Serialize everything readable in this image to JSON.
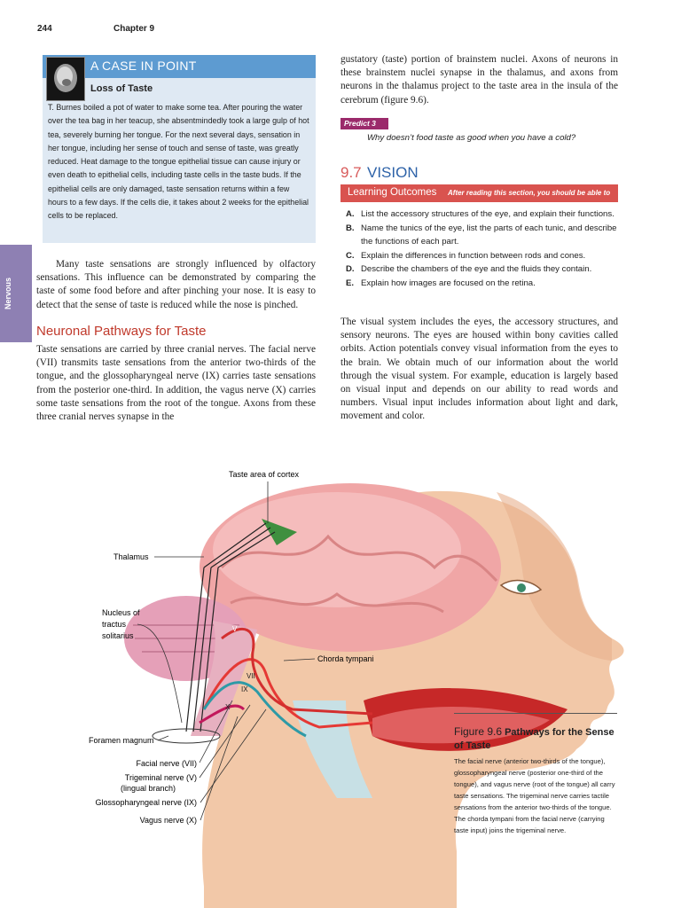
{
  "header": {
    "page_number": "244",
    "chapter": "Chapter 9"
  },
  "case": {
    "title": "A CASE IN POINT",
    "subtitle": "Loss of Taste",
    "body": "T. Burnes boiled a pot of water to make some tea. After pouring the water over the tea bag in her teacup, she absentmindedly took a large gulp of hot tea, severely burning her tongue. For the next several days, sensation in her tongue, including her sense of touch and sense of taste, was greatly reduced. Heat damage to the tongue epithelial tissue can cause injury or even death to epithelial cells, including taste cells in the taste buds. If the epithelial cells are only damaged, taste sensation returns within a few hours to a few days. If the cells die, it takes about 2 weeks for the epithelial cells to be replaced."
  },
  "side_tab": "Nervous",
  "left_col": {
    "para1": "Many taste sensations are strongly influenced by olfactory sensations. This influence can be demonstrated by comparing the taste of some food before and after pinching your nose. It is easy to detect that the sense of taste is reduced while the nose is pinched.",
    "heading": "Neuronal Pathways for Taste",
    "para2": "Taste sensations are carried by three cranial nerves. The facial nerve (VII) transmits taste sensations from the anterior two-thirds of the tongue, and the glossopharyngeal nerve (IX) carries taste sensations from the posterior one-third. In addition, the vagus nerve (X) carries some taste sensations from the root of the tongue. Axons from these three cranial nerves synapse in the"
  },
  "right_col": {
    "para1": "gustatory (taste) portion of brainstem nuclei. Axons of neurons in these brainstem nuclei synapse in the thalamus, and axons from neurons in the thalamus project to the taste area in the insula of the cerebrum (figure 9.6).",
    "predict_label": "Predict 3",
    "predict_question": "Why doesn’t food taste as good when you have a cold?",
    "section_number": "9.7",
    "section_title": "VISION",
    "lo_title": "Learning Outcomes",
    "lo_subtitle": "After reading this section, you should be able to",
    "outcomes": [
      {
        "letter": "A.",
        "text": "List the accessory structures of the eye, and explain their functions."
      },
      {
        "letter": "B.",
        "text": "Name the tunics of the eye, list the parts of each tunic, and describe the functions of each part."
      },
      {
        "letter": "C.",
        "text": "Explain the differences in function between rods and cones."
      },
      {
        "letter": "D.",
        "text": "Describe the chambers of the eye and the fluids they contain."
      },
      {
        "letter": "E.",
        "text": "Explain how images are focused on the retina."
      }
    ],
    "para2": "The visual system includes the eyes, the accessory structures, and sensory neurons. The eyes are housed within bony cavities called orbits. Action potentials convey visual information from the eyes to the brain. We obtain much of our information about the world through the visual system. For example, education is largely based on visual input and depends on our ability to read words and numbers. Visual input includes information about light and dark, movement and color."
  },
  "figure": {
    "labels": {
      "taste_area": "Taste area of cortex",
      "thalamus": "Thalamus",
      "nucleus_1": "Nucleus of",
      "nucleus_2": "tractus",
      "nucleus_3": "solitarius",
      "chorda": "Chorda tympani",
      "foramen": "Foramen magnum",
      "facial": "Facial nerve (VII)",
      "trigeminal_1": "Trigeminal nerve (V)",
      "trigeminal_2": "(lingual branch)",
      "glosso": "Glossopharyngeal nerve (IX)",
      "vagus": "Vagus nerve (X)",
      "roman_v": "V",
      "roman_vii": "VII",
      "roman_ix": "IX",
      "roman_x": "X"
    },
    "caption_number": "Figure 9.6",
    "caption_title": "Pathways for the Sense of Taste",
    "caption_body": "The facial nerve (anterior two-thirds of the tongue), glossopharyngeal nerve (posterior one-third of the tongue), and vagus nerve (root of the tongue) all carry taste sensations. The trigeminal nerve carries tactile sensations from the anterior two-thirds of the tongue. The chorda tympani from the facial nerve (carrying taste input) joins the trigeminal nerve."
  }
}
